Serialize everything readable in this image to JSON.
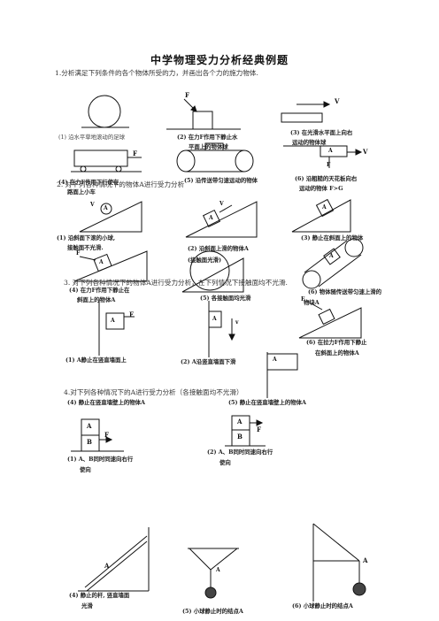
{
  "title": "中学物理受力分析经典例题",
  "q1": {
    "prompt": "1.分析满足下列条件的各个物体所受的力，并画出各个力的施力物体.",
    "captions": [
      "(1) 沿水平草地滚动的足球",
      "(2) 在力F作用下静止水",
      "平面上的物体球",
      "(3) 在光滑水平面上向右",
      "运动的物体球",
      "(4) 在力F作用下行使在",
      "路面上小车",
      "(5) 沿传送带匀速运动的物体",
      "(6) 沿粗糙的天花板向右",
      "运动的物体 F>G"
    ]
  },
  "q2": {
    "prompt": "2. 对下列各种情况下的物体A进行受力分析",
    "captions": [
      "(1) 沿斜面下滚的小球,",
      "接触面不光滑.",
      "(2) 沿斜面上滑的物体A",
      "(接触面光滑)",
      "(3) 静止在斜面上的物体",
      "(4) 在力F作用下静止在",
      "斜面上的物体A",
      "(5) 各接触面均光滑",
      "(6) 物体随传送带匀速上滑的",
      "物块A"
    ]
  },
  "q3": {
    "prompt": "3. 对下列各种情况下的物体A进行受力分析，在下列情况下接触面均不光滑.",
    "captions": [
      "(1) A静止在竖直墙面上",
      "(2) A沿竖直墙面下滑",
      "(6) 在拉力F作用下静止",
      "在斜面上的物体A"
    ]
  },
  "q4": {
    "prompt": "4.对下列各种情况下的A进行受力分析（各接触面均不光滑）",
    "captions": [
      "(4) 静止在竖直墙壁上的物体A",
      "(5) 静止在竖直墙壁上的物体A",
      "(1) A、B同时同速向右行",
      "使向",
      "(2) A、B同时同速向右行",
      "使向",
      "(4) 静止的杆, 竖直墙面",
      "光滑",
      "(5) 小球静止时的结点A",
      "(6) 小球静止时的结点A"
    ]
  },
  "labels": {
    "F": "F",
    "V": "V",
    "v": "v",
    "A": "A",
    "B": "B"
  }
}
